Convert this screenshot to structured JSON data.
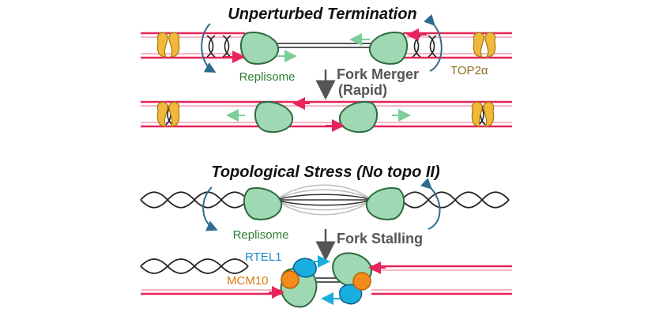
{
  "titles": {
    "top": "Unperturbed Termination",
    "bottom": "Topological Stress (No topo II)"
  },
  "labels": {
    "replisome_top": "Replisome",
    "topo": "TOP2α",
    "fork_merger": "Fork Merger",
    "rapid": "(Rapid)",
    "replisome_bottom": "Replisome",
    "fork_stalling": "Fork Stalling",
    "rtel1": "RTEL1",
    "mcm10": "MCM10"
  },
  "colors": {
    "dna_red": "#e8245a",
    "dna_pink": "#f5b7c7",
    "replisome_fill": "#9fd9b3",
    "replisome_stroke": "#2d6a3e",
    "replisome_text": "#2e7d32",
    "topo_yellow": "#f2b83a",
    "topo_text": "#8a6d1e",
    "rtel1_blue": "#19aee0",
    "rtel1_text": "#1e88c8",
    "mcm10_orange": "#f28c1c",
    "mcm10_text": "#d97b0f",
    "helicase_green": "#7ccf9a",
    "arrow_gray": "#555555",
    "supercoil_blue": "#2d6c8e"
  },
  "icons": [
    "replisome-icon",
    "topo2a-icon",
    "rtel1-icon",
    "mcm10-icon",
    "supercoil-arrow-icon",
    "fork-arrow-icon"
  ]
}
